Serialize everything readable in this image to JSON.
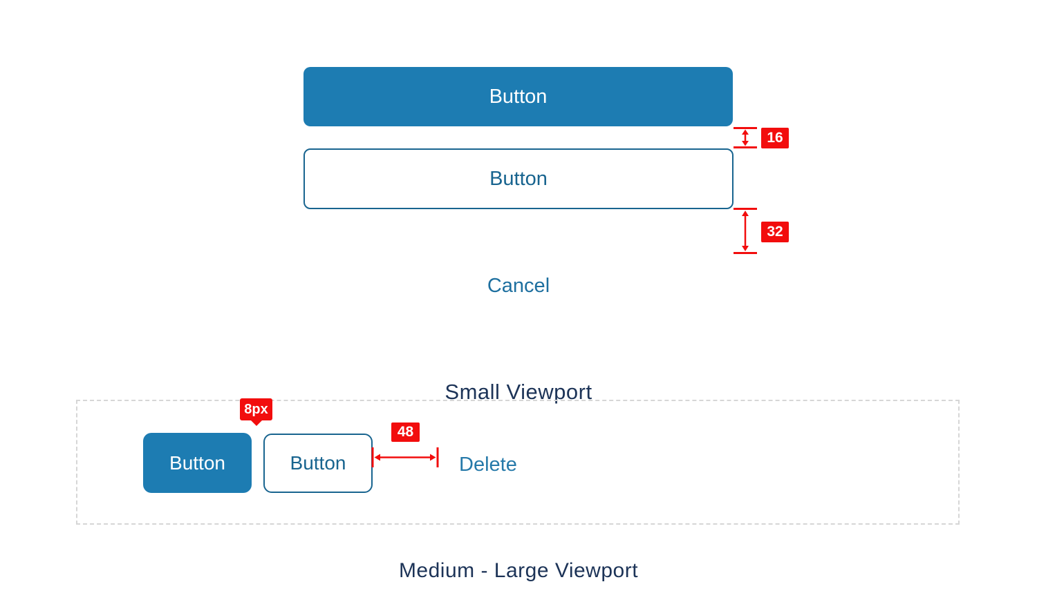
{
  "colors": {
    "primary_blue": "#1d7cb2",
    "outline_blue": "#18648f",
    "link_blue": "#1d6f9f",
    "delete_blue": "#2579a9",
    "dimension_red": "#f20d0d",
    "caption_navy": "#1c3357",
    "dash_gray": "#d6d6d6"
  },
  "small_viewport": {
    "primary_button_label": "Button",
    "secondary_button_label": "Button",
    "cancel_link_label": "Cancel",
    "gap_primary_secondary": "16",
    "gap_secondary_link": "32",
    "caption": "Small Viewport"
  },
  "medium_large_viewport": {
    "primary_button_label": "Button",
    "secondary_button_label": "Button",
    "delete_link_label": "Delete",
    "gap_primary_secondary": "8px",
    "gap_secondary_link": "48",
    "caption": "Medium - Large Viewport"
  }
}
